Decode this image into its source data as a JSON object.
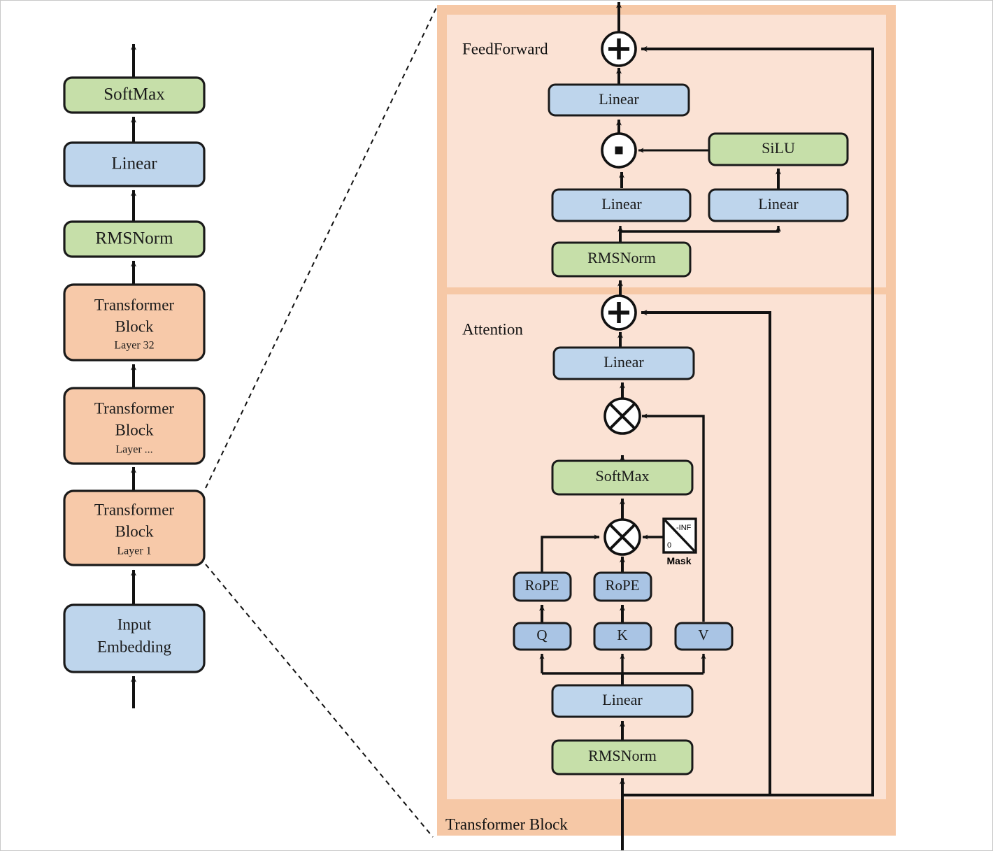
{
  "figure": {
    "title": "Transformer Block architecture diagram",
    "colors": {
      "green": "#C6DFA9",
      "blue": "#BED5EC",
      "blue_dark": "#A9C4E4",
      "peach_box": "#F7C9A9",
      "panel_inner": "#FBE2D4",
      "panel_outer": "#F6C8A6",
      "stroke": "#1A1A1A",
      "canvas": "#FFFFFF",
      "frame": "#C8C8C8"
    }
  },
  "stack": {
    "name": "model-stack",
    "items": [
      {
        "id": "softmax",
        "label": "SoftMax",
        "sub": "",
        "color": "green"
      },
      {
        "id": "linear-head",
        "label": "Linear",
        "sub": "",
        "color": "blue"
      },
      {
        "id": "rmsnorm-final",
        "label": "RMSNorm",
        "sub": "",
        "color": "green"
      },
      {
        "id": "block-32",
        "label": "Transformer\nBlock",
        "sub": "Layer 32",
        "color": "peach"
      },
      {
        "id": "block-mid",
        "label": "Transformer\nBlock",
        "sub": "Layer ...",
        "color": "peach"
      },
      {
        "id": "block-1",
        "label": "Transformer\nBlock",
        "sub": "Layer 1",
        "color": "peach"
      },
      {
        "id": "input-embed",
        "label": "Input\nEmbedding",
        "sub": "",
        "color": "blue"
      }
    ],
    "labels": {
      "softmax": "SoftMax",
      "linear": "Linear",
      "rmsnorm": "RMSNorm",
      "transformer": "Transformer",
      "block": "Block",
      "layer32": "Layer 32",
      "layerdots": "Layer ...",
      "layer1": "Layer 1",
      "input": "Input",
      "embedding": "Embedding"
    }
  },
  "detail": {
    "container_label": "Transformer Block",
    "feedforward": {
      "title": "FeedForward",
      "add_node": "+",
      "mul_node": "·",
      "nodes": [
        {
          "id": "ff-linear-out",
          "label": "Linear",
          "color": "blue"
        },
        {
          "id": "ff-silu",
          "label": "SiLU",
          "color": "green"
        },
        {
          "id": "ff-linear-gate",
          "label": "Linear",
          "color": "blue"
        },
        {
          "id": "ff-linear-up",
          "label": "Linear",
          "color": "blue"
        },
        {
          "id": "ff-rmsnorm",
          "label": "RMSNorm",
          "color": "green"
        }
      ]
    },
    "attention": {
      "title": "Attention",
      "add_node": "+",
      "matmul_node": "×",
      "nodes": [
        {
          "id": "attn-linear-out",
          "label": "Linear",
          "color": "blue"
        },
        {
          "id": "attn-softmax",
          "label": "SoftMax",
          "color": "green"
        },
        {
          "id": "attn-rope-q",
          "label": "RoPE",
          "color": "blue-dark"
        },
        {
          "id": "attn-rope-k",
          "label": "RoPE",
          "color": "blue-dark"
        },
        {
          "id": "attn-q",
          "label": "Q",
          "color": "blue-dark"
        },
        {
          "id": "attn-k",
          "label": "K",
          "color": "blue-dark"
        },
        {
          "id": "attn-v",
          "label": "V",
          "color": "blue-dark"
        },
        {
          "id": "attn-linear-qkv",
          "label": "Linear",
          "color": "blue"
        },
        {
          "id": "attn-rmsnorm",
          "label": "RMSNorm",
          "color": "green"
        }
      ],
      "mask": {
        "caption": "Mask",
        "upper_value": "-INF",
        "lower_value": "0"
      }
    }
  }
}
